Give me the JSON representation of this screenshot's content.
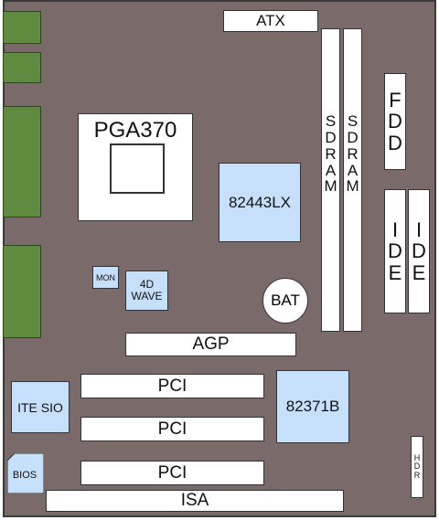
{
  "labels": {
    "atx": "ATX",
    "cpu": "PGA370",
    "northbridge": "82443LX",
    "sdram1": "SDRAM",
    "sdram2": "SDRAM",
    "fdd": "FDD",
    "ide1": "IDE",
    "ide2": "IDE",
    "mon": "MON",
    "wave_line1": "4D",
    "wave_line2": "WAVE",
    "bat": "BAT",
    "agp": "AGP",
    "ite_sio": "ITE SIO",
    "pci1": "PCI",
    "pci2": "PCI",
    "pci3": "PCI",
    "southbridge": "82371B",
    "hdr": "HDR",
    "bios": "BIOS",
    "isa": "ISA"
  },
  "colors": {
    "board": "#7a6a6a",
    "chip": "#c6e0fb",
    "slot": "#ffffff",
    "port": "#5f8a3f"
  }
}
